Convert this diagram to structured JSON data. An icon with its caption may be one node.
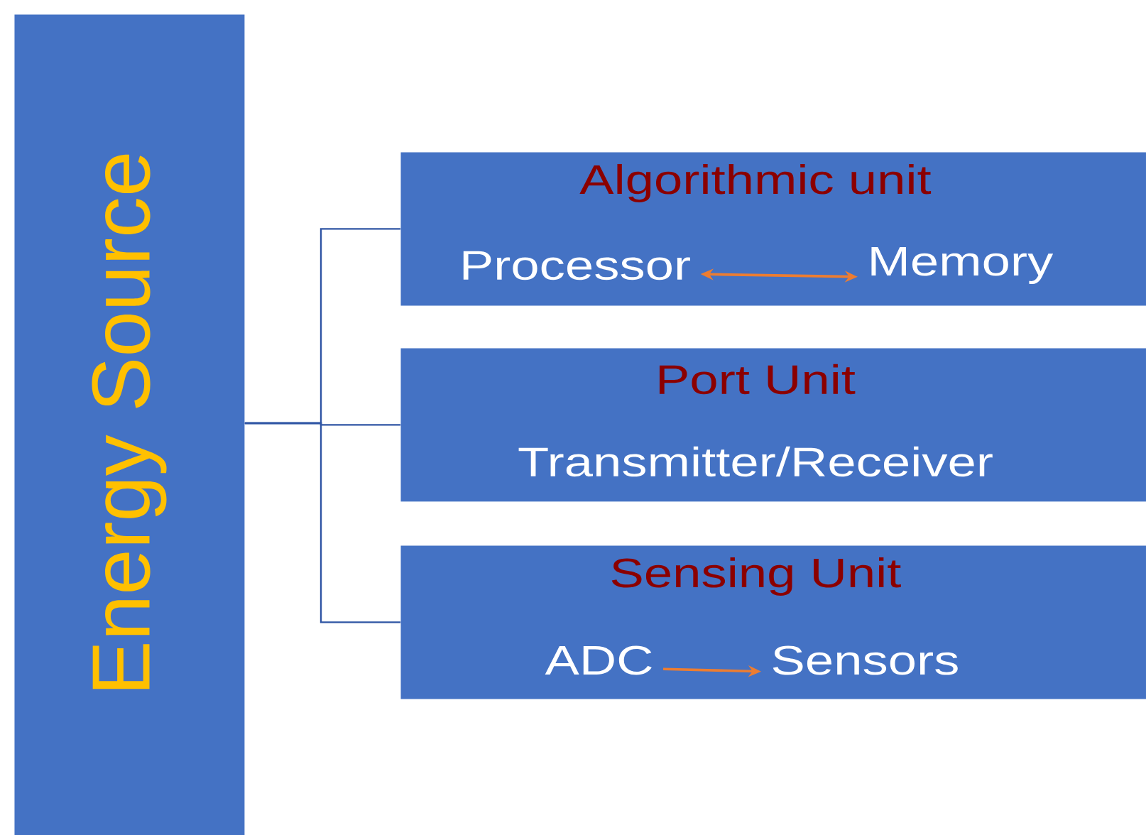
{
  "diagram": {
    "nodes": [
      {
        "text": [
          "Energy Source"
        ]
      },
      {
        "text": [
          "Algorithmic unit"
        ]
      },
      {
        "text": [
          "Processor"
        ],
        "in": 1
      },
      {
        "text": [
          "Memory"
        ],
        "in": 1
      },
      {
        "text": [
          "Port Unit",
          "Transmitter/Receiver"
        ]
      },
      {
        "text": [
          "Sensing Unit"
        ]
      },
      {
        "text": [
          "ADC"
        ],
        "in": 5
      },
      {
        "text": [
          "Sensors"
        ],
        "in": 5
      }
    ],
    "edges": [
      {
        "from": 0,
        "to": 1,
        "arrow": "none"
      },
      {
        "from": 0,
        "to": 4,
        "arrow": "none"
      },
      {
        "from": 0,
        "to": 5,
        "arrow": "none"
      },
      {
        "from": 2,
        "to": 3,
        "arrow": "both",
        "color": "#ed7d31"
      },
      {
        "from": 6,
        "to": 7,
        "arrow": "to",
        "color": "#ed7d31"
      }
    ]
  }
}
